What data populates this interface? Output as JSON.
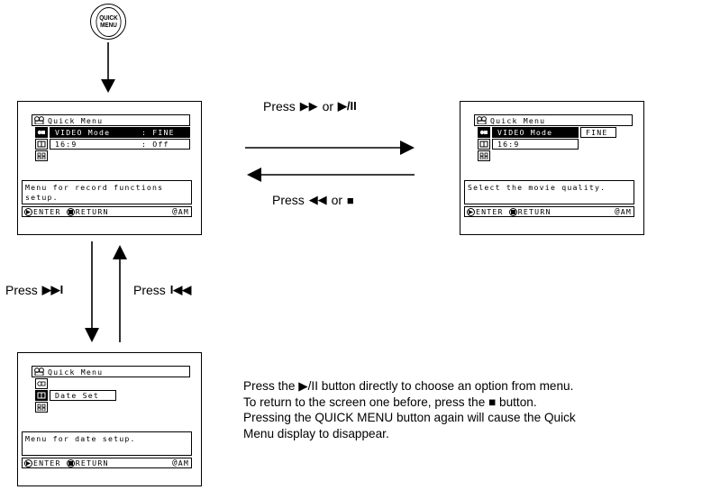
{
  "quick_menu_button": {
    "label_line1": "QUICK",
    "label_line2": "MENU"
  },
  "screen_main": {
    "title": "Quick Menu",
    "items": [
      {
        "label": "VIDEO Mode",
        "value": ": FINE"
      },
      {
        "label": "16:9",
        "value": ": Off"
      }
    ],
    "message_line1": "Menu for record functions",
    "message_line2": "setup.",
    "enter_label": "ENTER",
    "return_label": "RETURN",
    "mode_label": "AM"
  },
  "screen_right": {
    "title": "Quick Menu",
    "item_selected": "VIDEO Mode",
    "item_option": "FINE",
    "item_second": "16:9",
    "message": "Select the movie quality.",
    "enter_label": "ENTER",
    "return_label": "RETURN",
    "mode_label": "AM"
  },
  "screen_bottom": {
    "title": "Quick Menu",
    "item": "Date Set",
    "message": "Menu for date setup.",
    "enter_label": "ENTER",
    "return_label": "RETURN",
    "mode_label": "AM"
  },
  "labels": {
    "press": "Press",
    "or": "or",
    "ff_symbol": "▶▶",
    "play_pause_symbol": "▶/II",
    "rew_symbol": "◀◀",
    "stop_symbol": "■",
    "next_symbol": "▶▶I",
    "prev_symbol": "I◀◀"
  },
  "note": {
    "line1": "Press the ▶/II button directly to choose an option from menu.",
    "line2": "To return to the screen one before, press the ■ button.",
    "line3": "Pressing the QUICK MENU button again will cause the Quick",
    "line4": "Menu display to disappear."
  }
}
